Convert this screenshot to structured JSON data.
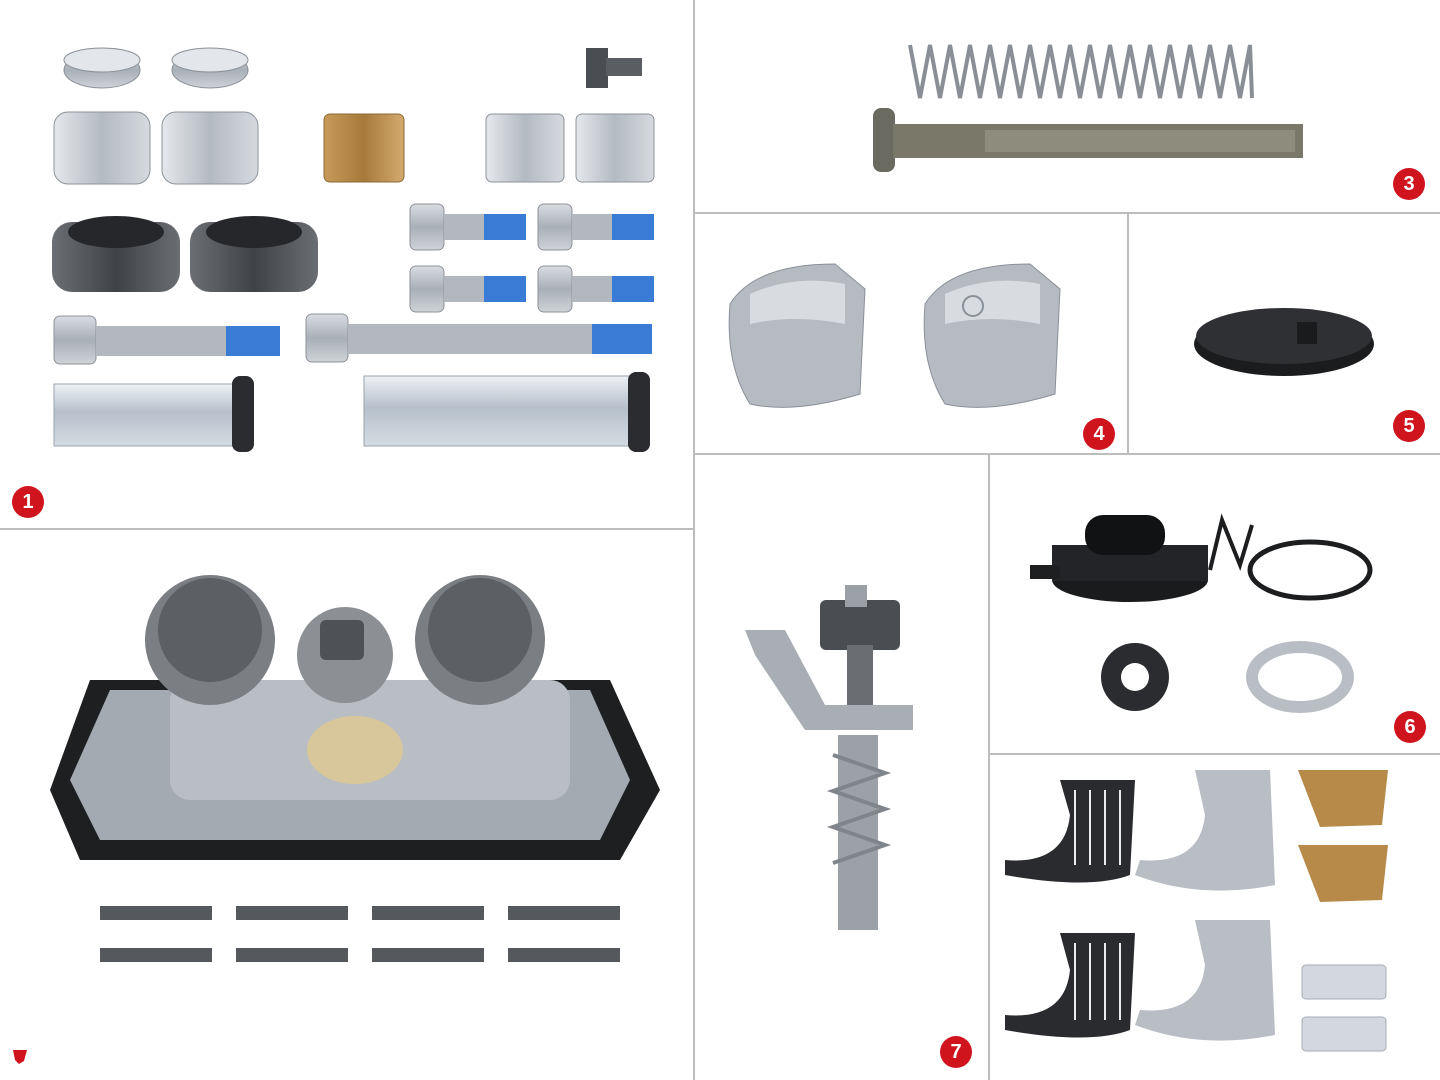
{
  "panels": [
    {
      "id": "p1",
      "badge": "1"
    },
    {
      "id": "p3",
      "badge": "3"
    },
    {
      "id": "p4",
      "badge": "4"
    },
    {
      "id": "p5",
      "badge": "5"
    },
    {
      "id": "p6",
      "badge": "6"
    },
    {
      "id": "p7",
      "badge": "7"
    }
  ],
  "colors": {
    "badge": "#d0141e",
    "divider": "#bdbdbd",
    "blue_thread": "#3a7bd5",
    "bronze": "#b88a4a",
    "metal": "#b9bec4"
  },
  "icons": {
    "corner": "brand-logo-icon"
  }
}
